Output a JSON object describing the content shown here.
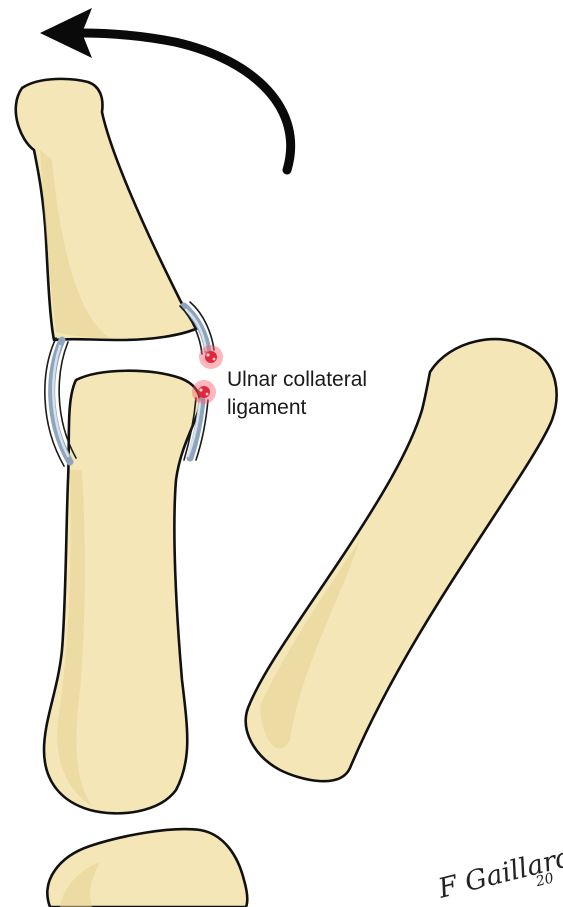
{
  "figure": {
    "label_line1": "Ulnar collateral",
    "label_line2": "ligament",
    "signature_name": "F Gaillard",
    "signature_year": "20",
    "colors": {
      "bone_fill": "#f4e6b6",
      "bone_outline": "#111111",
      "ligament": "#8fa4bd",
      "tear_marker": "#e0283c",
      "arrow": "#0a0a0a"
    },
    "icons": {
      "motion_indicator": "curved-arrow-icon",
      "injury_markers": "tear-marker-icon"
    }
  }
}
